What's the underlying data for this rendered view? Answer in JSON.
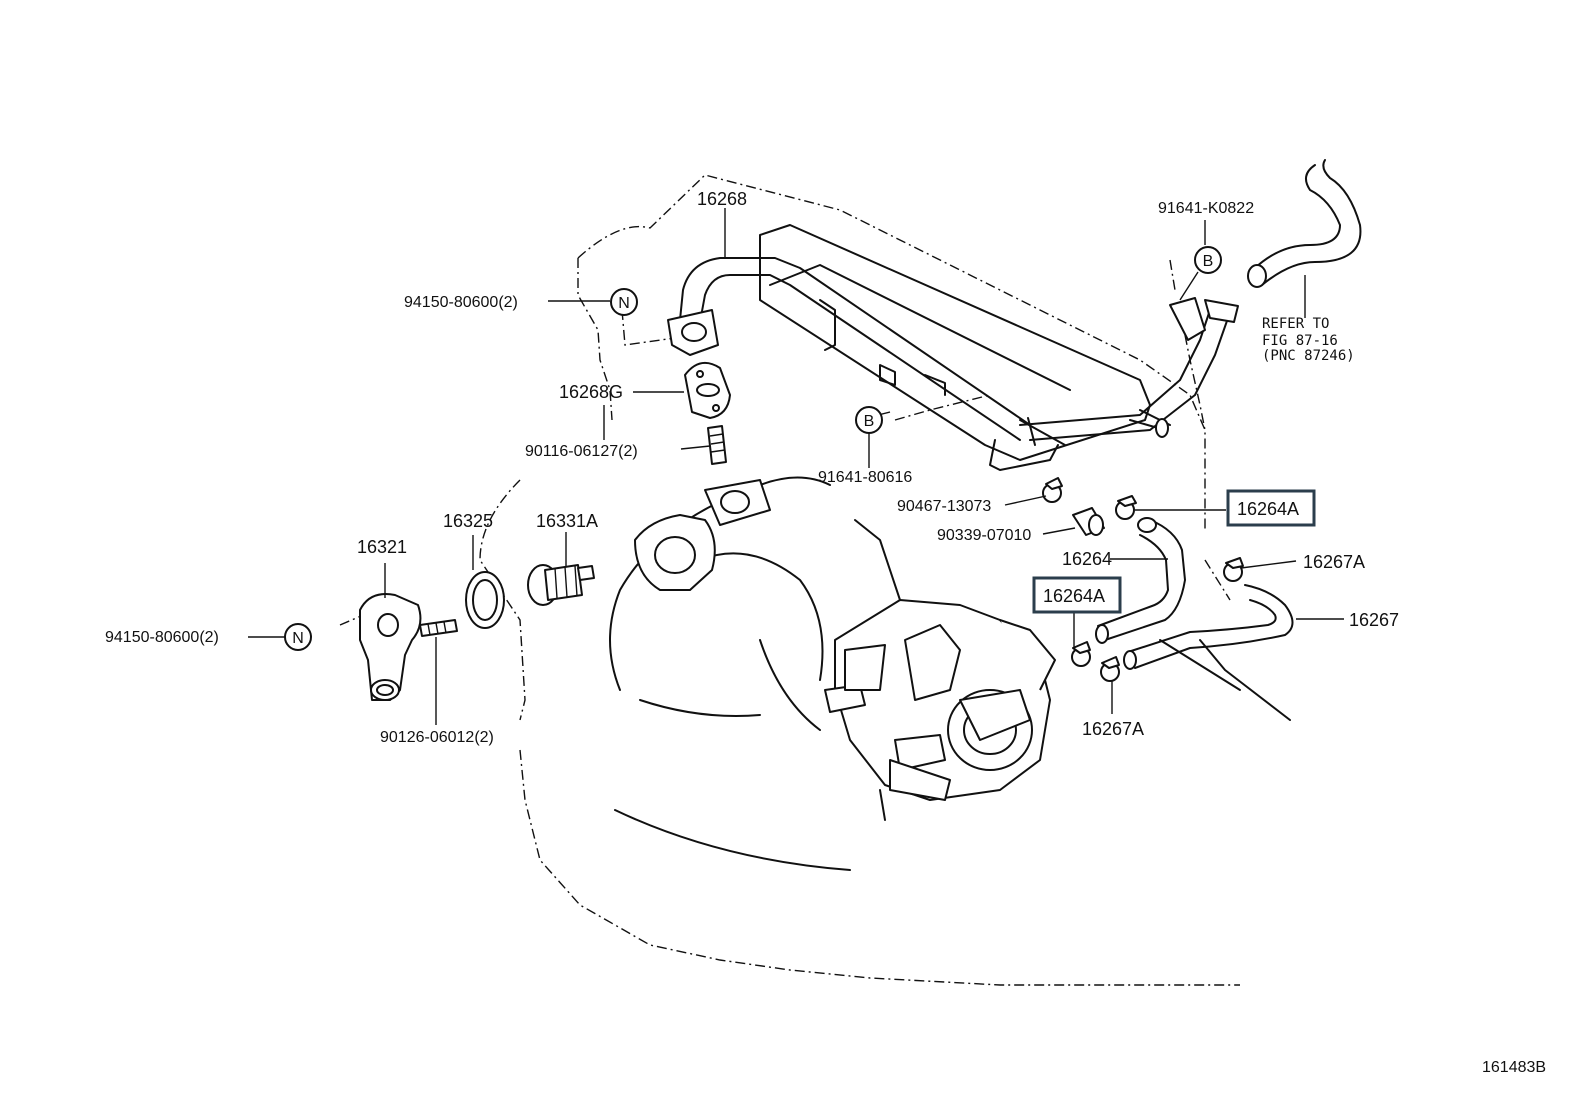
{
  "labels": {
    "p16268": "16268",
    "p91641k0822": "91641-K0822",
    "p94150_top": "94150-80600(2)",
    "refer_line1": "REFER TO",
    "refer_line2": "FIG 87-16",
    "refer_line3": "(PNC 87246)",
    "p16268g": "16268G",
    "p90116": "90116-06127(2)",
    "p91641_80616": "91641-80616",
    "p90467": "90467-13073",
    "p90339": "90339-07010",
    "p16264a_top": "16264A",
    "p16264": "16264",
    "p16267a_right": "16267A",
    "p16325": "16325",
    "p16331a": "16331A",
    "p16321": "16321",
    "p16264a_mid": "16264A",
    "p16267": "16267",
    "p94150_left": "94150-80600(2)",
    "p16267a_bottom": "16267A",
    "p90126": "90126-06012(2)",
    "diagram_id": "161483B"
  },
  "callouts": {
    "n_top": "N",
    "n_left": "N",
    "b_top": "B",
    "b_mid": "B"
  },
  "highlight_color": "#2b3e4c"
}
